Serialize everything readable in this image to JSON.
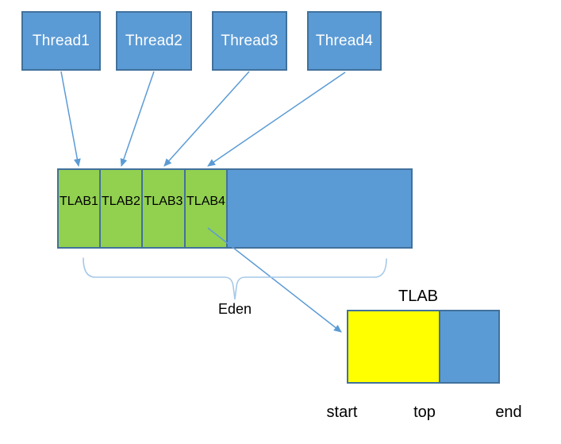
{
  "diagram": {
    "title_meaning": "Threads allocating into TLABs within the Eden space",
    "threads": [
      "Thread1",
      "Thread2",
      "Thread3",
      "Thread4"
    ],
    "eden_bar": {
      "tlab_cells": [
        "TLAB1",
        "TLAB2",
        "TLAB3",
        "TLAB4"
      ]
    },
    "eden_label": "Eden",
    "tlab_detail": {
      "title": "TLAB",
      "start_label": "start",
      "top_label": "top",
      "end_label": "end"
    },
    "colors": {
      "thread_box_fill": "#5B9BD5",
      "shape_border": "#41719C",
      "tlab_cell_fill": "#92D050",
      "tlab_used_fill": "#FFFF00",
      "tlab_free_fill": "#5B9BD5",
      "arrow": "#5B9BD5",
      "brace": "#A6C9E8",
      "text_dark": "#000000",
      "text_light": "#FFFFFF"
    }
  }
}
